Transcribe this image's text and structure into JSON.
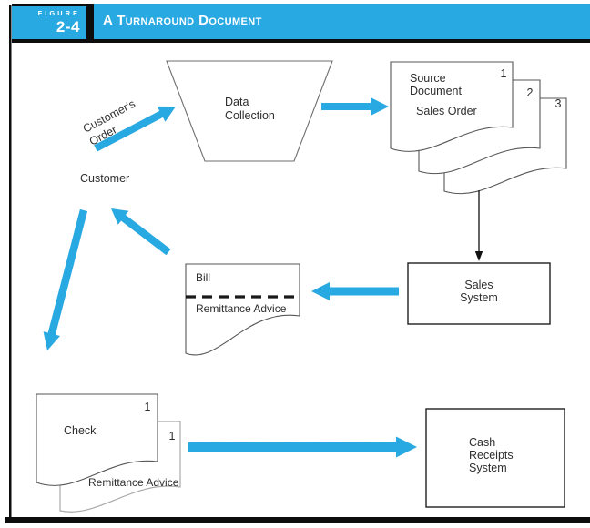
{
  "header": {
    "figure_word": "FIGURE",
    "figure_number": "2-4",
    "title": "A Turnaround Document"
  },
  "colors": {
    "accent": "#29A9E1",
    "frame": "#0D0D0D",
    "ink": "#2E2E2E"
  },
  "diagram": {
    "customer_label": "Customer",
    "customer_order": {
      "line1": "Customer's",
      "line2": "Order"
    },
    "data_collection": {
      "line1": "Data",
      "line2": "Collection"
    },
    "source_documents": {
      "line1": "Source",
      "line2": "Document",
      "line3": "Sales Order",
      "copy1": "1",
      "copy2": "2",
      "copy3": "3"
    },
    "sales_system": {
      "line1": "Sales",
      "line2": "System"
    },
    "bill": {
      "title": "Bill",
      "remittance": "Remittance Advice"
    },
    "check": {
      "title": "Check",
      "copy1": "1",
      "copy2": "1",
      "remittance": "Remittance Advice"
    },
    "cash_receipts": {
      "line1": "Cash",
      "line2": "Receipts",
      "line3": "System"
    }
  }
}
